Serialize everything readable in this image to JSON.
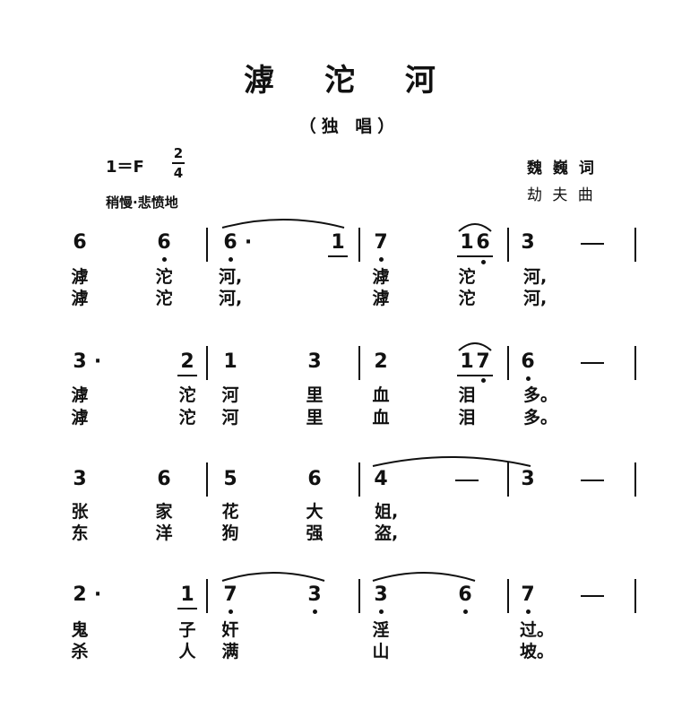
{
  "title": "滹 沱 河",
  "subtitle": "（独 唱）",
  "key": "1＝F",
  "time_signature": {
    "top": "2",
    "bottom": "4"
  },
  "tempo": "稍慢·悲愤地",
  "lyricist": "魏 巍 词",
  "composer": "劫 夫 曲",
  "rows": [
    {
      "notes": [
        "6",
        "6",
        "6",
        "·",
        "1",
        "7",
        "1",
        "6",
        "3",
        "—"
      ],
      "lyrics1": [
        "滹",
        "沱",
        "河,",
        "滹",
        "沱",
        "河,"
      ],
      "lyrics2": [
        "滹",
        "沱",
        "河,",
        "滹",
        "沱",
        "河,"
      ]
    },
    {
      "notes": [
        "3",
        "·",
        "2",
        "1",
        "3",
        "2",
        "1",
        "7",
        "6",
        "—"
      ],
      "lyrics1": [
        "滹",
        "沱",
        "河",
        "里",
        "血",
        "泪",
        "多。"
      ],
      "lyrics2": [
        "滹",
        "沱",
        "河",
        "里",
        "血",
        "泪",
        "多。"
      ]
    },
    {
      "notes": [
        "3",
        "6",
        "5",
        "6",
        "4",
        "—",
        "3",
        "—"
      ],
      "lyrics1": [
        "张",
        "家",
        "花",
        "大",
        "姐,"
      ],
      "lyrics2": [
        "东",
        "洋",
        "狗",
        "强",
        "盗,"
      ]
    },
    {
      "notes": [
        "2",
        "·",
        "1",
        "7",
        "3",
        "3",
        "6",
        "7",
        "—"
      ],
      "lyrics1": [
        "鬼",
        "子",
        "奸",
        "淫",
        "过。"
      ],
      "lyrics2": [
        "杀",
        "人",
        "满",
        "山",
        "坡。"
      ]
    }
  ]
}
